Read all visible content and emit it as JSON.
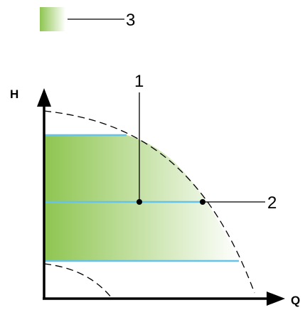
{
  "axes": {
    "y_label": "H",
    "x_label": "Q"
  },
  "legend": {
    "label": "3"
  },
  "callouts": {
    "point_1": "1",
    "point_2": "2"
  },
  "colors": {
    "fill_start": "#8ec550",
    "fill_end": "#ffffff",
    "band_line": "#66c2e6",
    "axis": "#000000",
    "curve": "#000000"
  }
}
